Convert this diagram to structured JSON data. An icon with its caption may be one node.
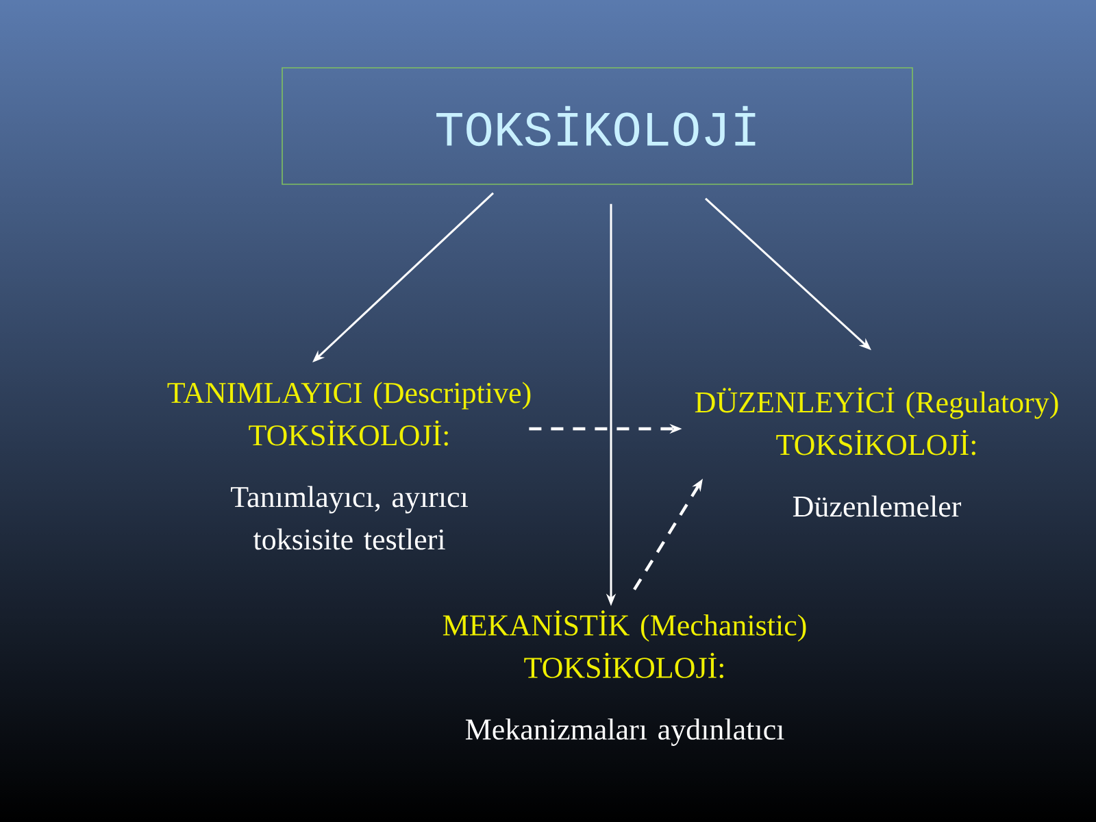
{
  "diagram": {
    "nodes": [
      {
        "text": [
          "TOKSİKOLOJİ"
        ]
      },
      {
        "text": [
          "TANIMLAYICI (Descriptive) TOKSİKOLOJİ:",
          "Tanımlayıcı, ayırıcı toksisite testleri"
        ]
      },
      {
        "text": [
          "DÜZENLEYİCİ (Regulatory) TOKSİKOLOJİ:",
          "Düzenlemeler"
        ]
      },
      {
        "text": [
          "MEKANİSTİK (Mechanistic) TOKSİKOLOJİ:",
          "Mekanizmaları aydınlatıcı"
        ]
      }
    ],
    "edges": [
      {
        "from": 0,
        "to": 1,
        "arrow": "to"
      },
      {
        "from": 0,
        "to": 2,
        "arrow": "to"
      },
      {
        "from": 0,
        "to": 3,
        "arrow": "to"
      },
      {
        "from": 1,
        "to": 2,
        "arrow": "to",
        "style": "dashed"
      },
      {
        "from": 3,
        "to": 2,
        "arrow": "to",
        "style": "dashed"
      }
    ]
  }
}
